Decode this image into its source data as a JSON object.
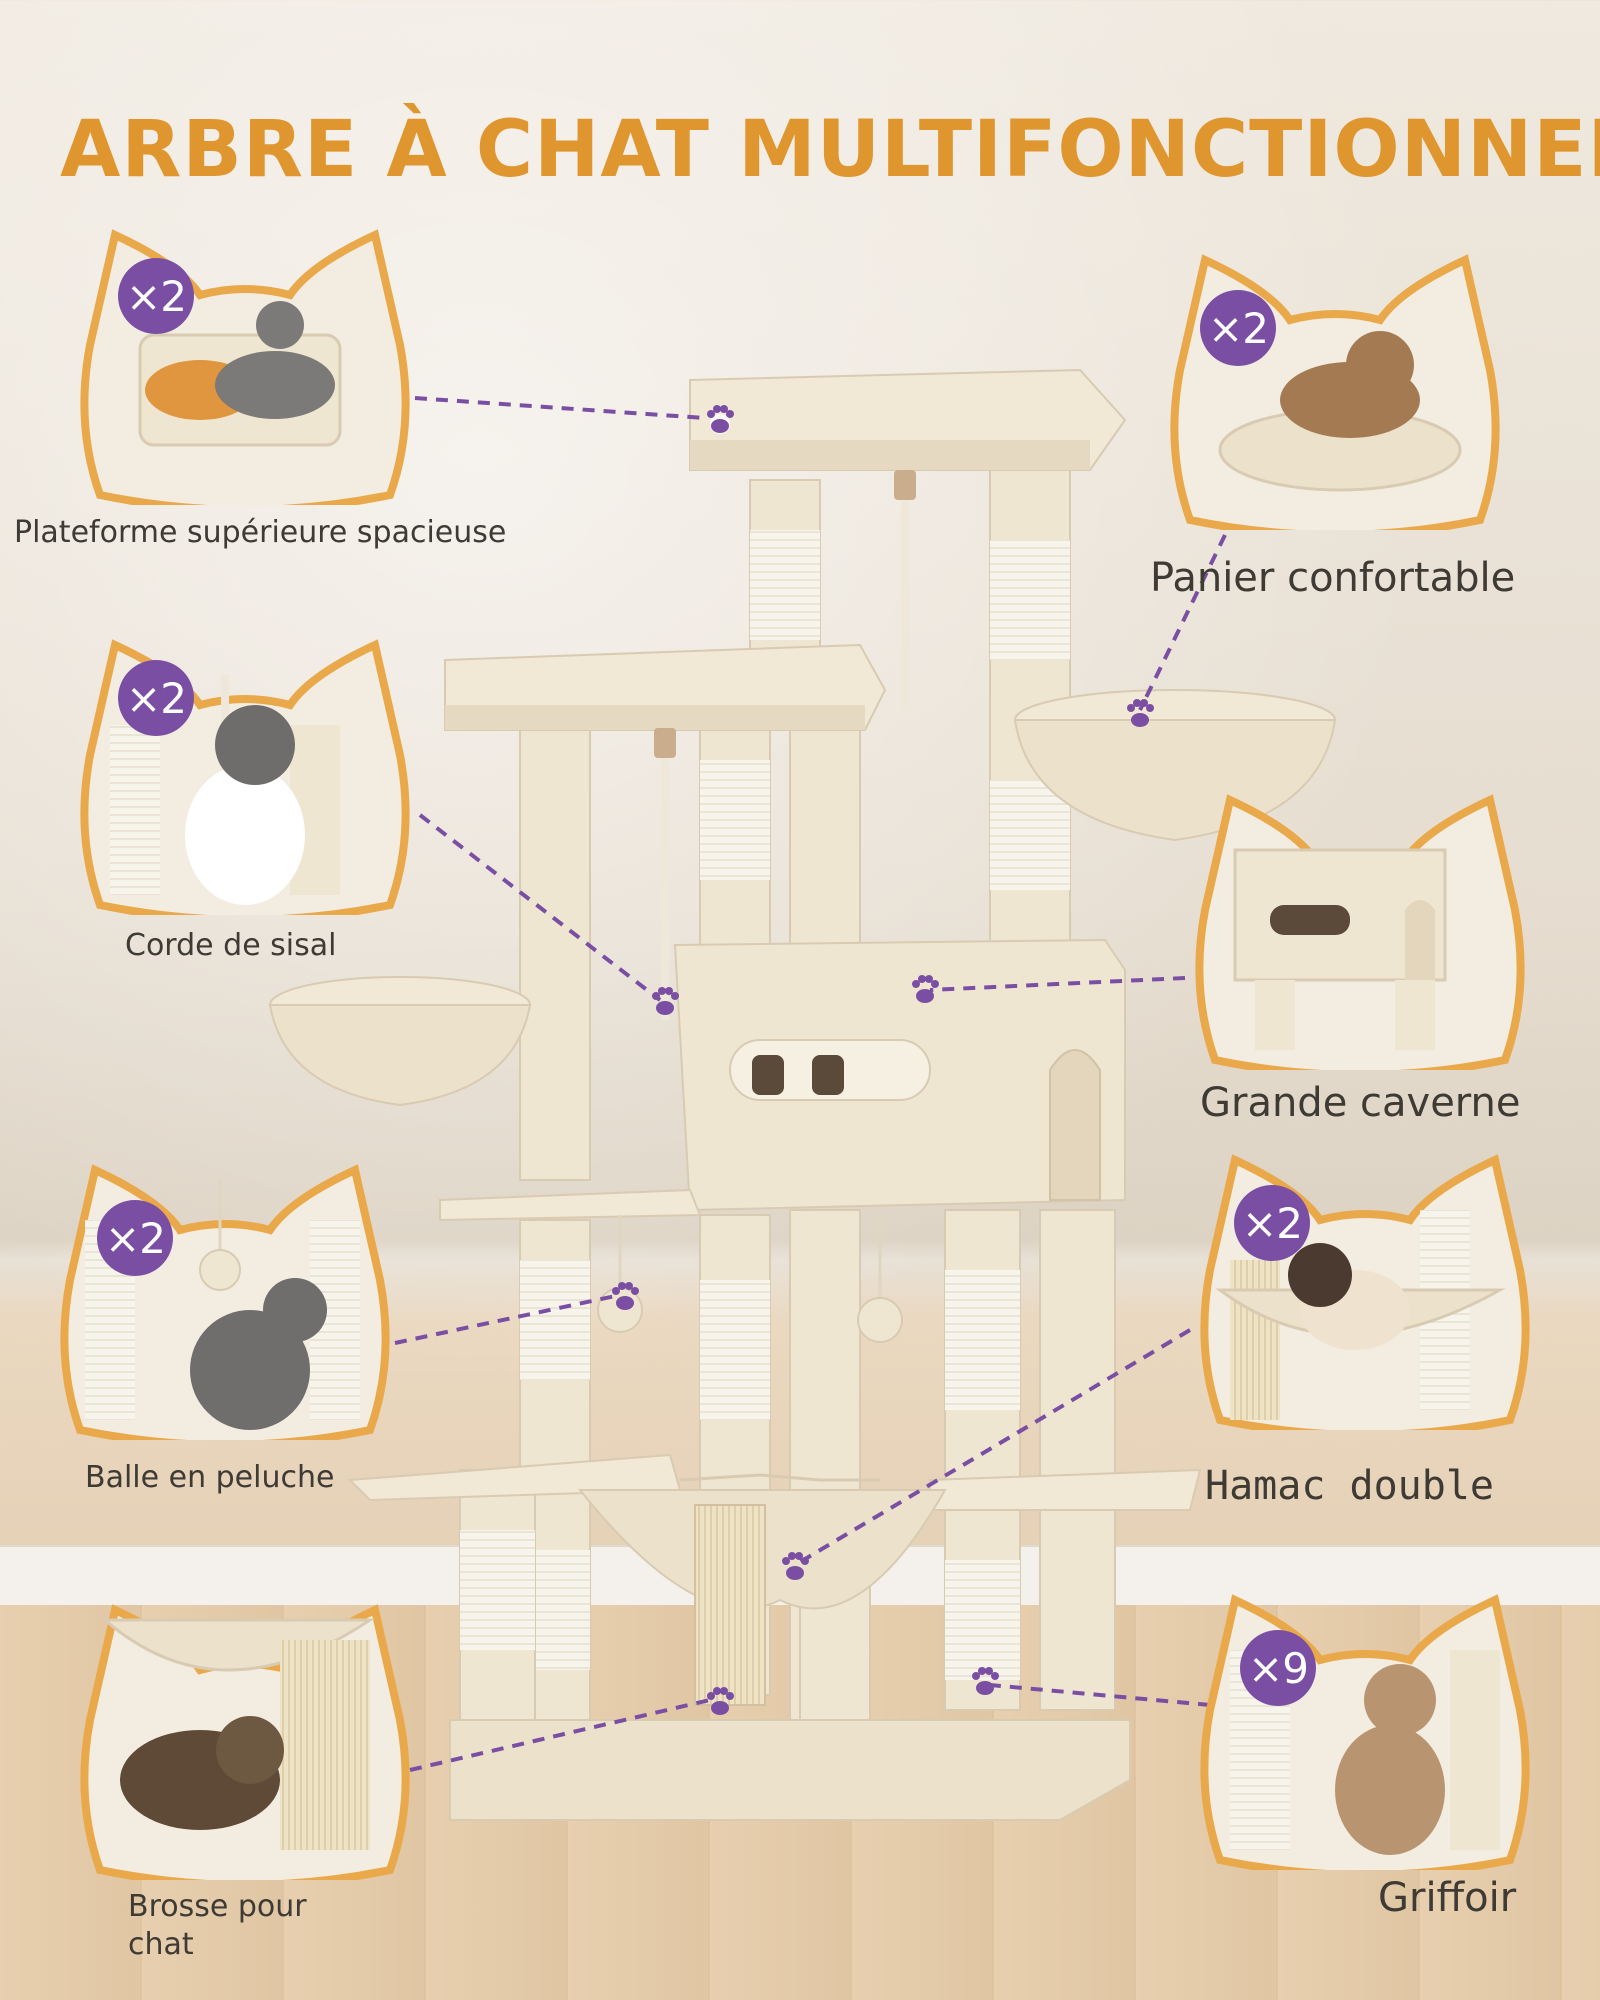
{
  "title": "ARBRE À CHAT MULTIFONCTIONNEL",
  "colors": {
    "title": "#e0962e",
    "badge": "#7a4fa3",
    "frame": "#e9a94a",
    "plush": "#efe6d2",
    "sisal": "#f6f3ea",
    "leader": "#7a4fa3"
  },
  "features": [
    {
      "id": "top-platform",
      "label": "Plateforme supérieure spacieuse",
      "badge": "×2",
      "icon": "paw-icon"
    },
    {
      "id": "basket",
      "label": "Panier confortable",
      "badge": "×2",
      "icon": "paw-icon"
    },
    {
      "id": "sisal-rope",
      "label": "Corde de sisal",
      "badge": "×2",
      "icon": "paw-icon"
    },
    {
      "id": "cave",
      "label": "Grande caverne",
      "badge": "",
      "icon": "paw-icon"
    },
    {
      "id": "plush-ball",
      "label": "Balle en peluche",
      "badge": "×2",
      "icon": "paw-icon"
    },
    {
      "id": "hammock",
      "label": "Hamac double",
      "badge": "×2",
      "icon": "paw-icon"
    },
    {
      "id": "brush",
      "label": "Brosse pour chat",
      "label_line1": "Brosse pour",
      "label_line2": "chat",
      "badge": "",
      "icon": "paw-icon"
    },
    {
      "id": "scratcher",
      "label": "Griffoir",
      "badge": "×9",
      "icon": "paw-icon"
    }
  ]
}
